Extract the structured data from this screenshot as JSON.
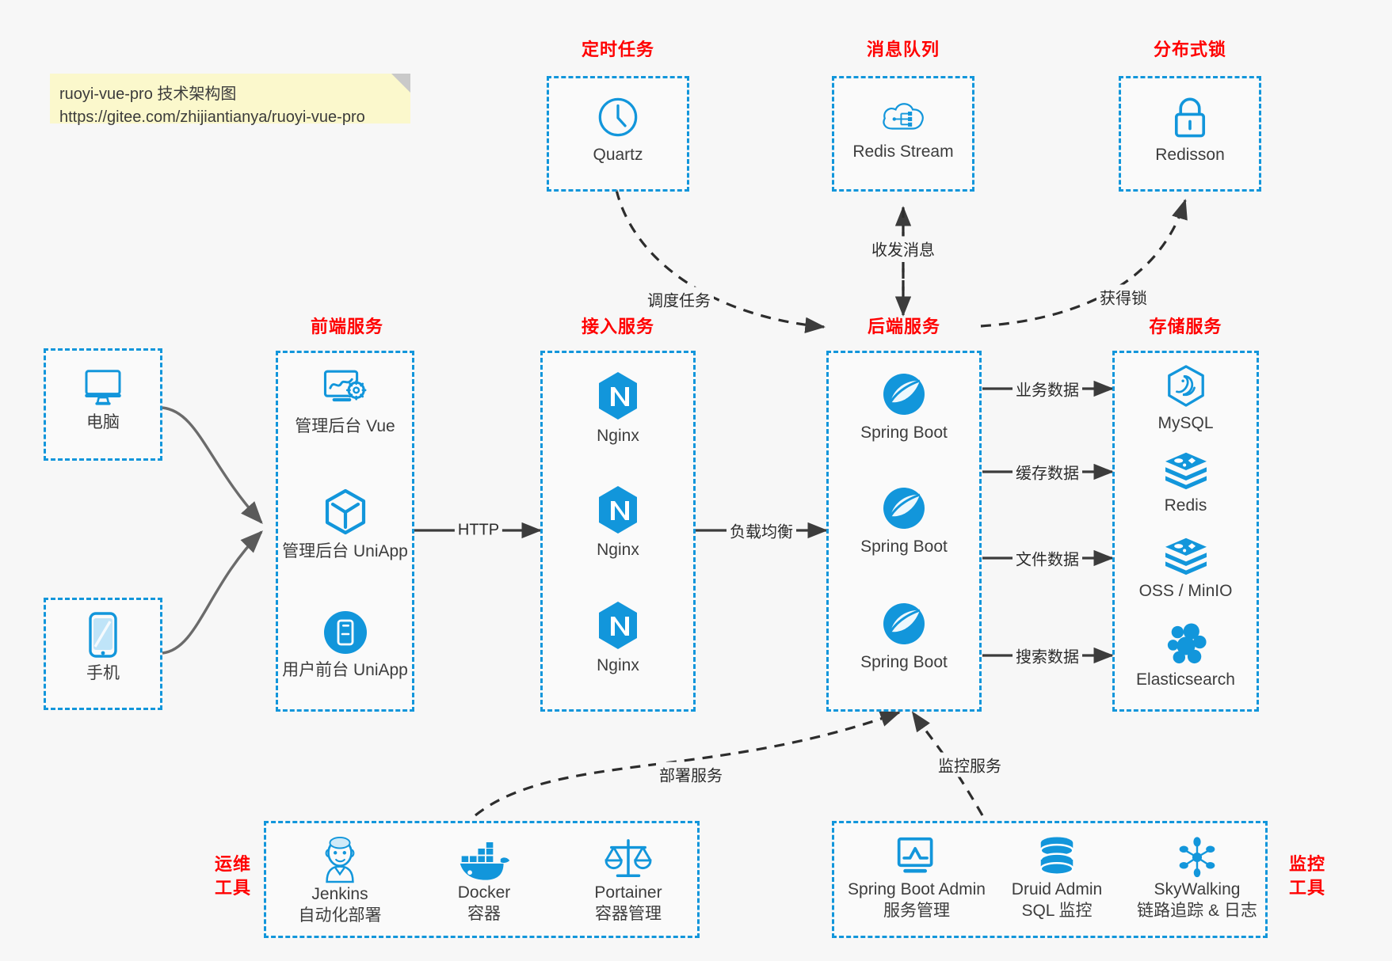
{
  "note": {
    "line1": "ruoyi-vue-pro 技术架构图",
    "line2": "https://gitee.com/zhijiantianya/ruoyi-vue-pro",
    "bg": "#fbf8cc"
  },
  "colors": {
    "accent": "#1296db",
    "group_title": "#ff0000",
    "label": "#3d3d3d",
    "arrow": "#3c3c3c",
    "background": "#f7f7f7"
  },
  "groups": {
    "scheduled_task": {
      "title": "定时任务",
      "items": [
        {
          "label": "Quartz",
          "icon": "clock-icon"
        }
      ]
    },
    "message_queue": {
      "title": "消息队列",
      "items": [
        {
          "label": "Redis Stream",
          "icon": "cloud-network-icon"
        }
      ]
    },
    "distributed_lock": {
      "title": "分布式锁",
      "items": [
        {
          "label": "Redisson",
          "icon": "lock-icon"
        }
      ]
    },
    "clients": {
      "items": [
        {
          "label": "电脑",
          "icon": "desktop-monitor-icon"
        },
        {
          "label": "手机",
          "icon": "mobile-phone-icon"
        }
      ]
    },
    "frontend": {
      "title": "前端服务",
      "items": [
        {
          "label": "管理后台 Vue",
          "icon": "dashboard-gear-icon"
        },
        {
          "label": "管理后台 UniApp",
          "icon": "hexagon-cube-icon"
        },
        {
          "label": "用户前台 UniApp",
          "icon": "phone-circle-icon"
        }
      ]
    },
    "gateway": {
      "title": "接入服务",
      "items": [
        {
          "label": "Nginx",
          "icon": "nginx-icon"
        },
        {
          "label": "Nginx",
          "icon": "nginx-icon"
        },
        {
          "label": "Nginx",
          "icon": "nginx-icon"
        }
      ]
    },
    "backend": {
      "title": "后端服务",
      "items": [
        {
          "label": "Spring Boot",
          "icon": "spring-boot-icon"
        },
        {
          "label": "Spring Boot",
          "icon": "spring-boot-icon"
        },
        {
          "label": "Spring Boot",
          "icon": "spring-boot-icon"
        }
      ]
    },
    "storage": {
      "title": "存储服务",
      "items": [
        {
          "label": "MySQL",
          "icon": "mysql-icon"
        },
        {
          "label": "Redis",
          "icon": "redis-icon"
        },
        {
          "label": "OSS / MinIO",
          "icon": "oss-minio-icon"
        },
        {
          "label": "Elasticsearch",
          "icon": "elasticsearch-icon"
        }
      ]
    },
    "ops_tools": {
      "title_line1": "运维",
      "title_line2": "工具",
      "items": [
        {
          "name": "Jenkins",
          "desc": "自动化部署",
          "icon": "jenkins-icon"
        },
        {
          "name": "Docker",
          "desc": "容器",
          "icon": "docker-whale-icon"
        },
        {
          "name": "Portainer",
          "desc": "容器管理",
          "icon": "scales-balance-icon"
        }
      ]
    },
    "monitor_tools": {
      "title_line1": "监控",
      "title_line2": "工具",
      "items": [
        {
          "name": "Spring Boot Admin",
          "desc": "服务管理",
          "icon": "monitor-chart-icon"
        },
        {
          "name": "Druid Admin",
          "desc": "SQL 监控",
          "icon": "database-stack-icon"
        },
        {
          "name": "SkyWalking",
          "desc": "链路追踪 & 日志",
          "icon": "skywalking-node-icon"
        }
      ]
    }
  },
  "edges": [
    {
      "id": "schedule",
      "label": "调度任务"
    },
    {
      "id": "mq",
      "label": "收发消息"
    },
    {
      "id": "lock",
      "label": "获得锁"
    },
    {
      "id": "http",
      "label": "HTTP"
    },
    {
      "id": "lb",
      "label": "负载均衡"
    },
    {
      "id": "biz",
      "label": "业务数据"
    },
    {
      "id": "cache",
      "label": "缓存数据"
    },
    {
      "id": "file",
      "label": "文件数据"
    },
    {
      "id": "search",
      "label": "搜索数据"
    },
    {
      "id": "deploy",
      "label": "部署服务"
    },
    {
      "id": "monitor",
      "label": "监控服务"
    }
  ]
}
